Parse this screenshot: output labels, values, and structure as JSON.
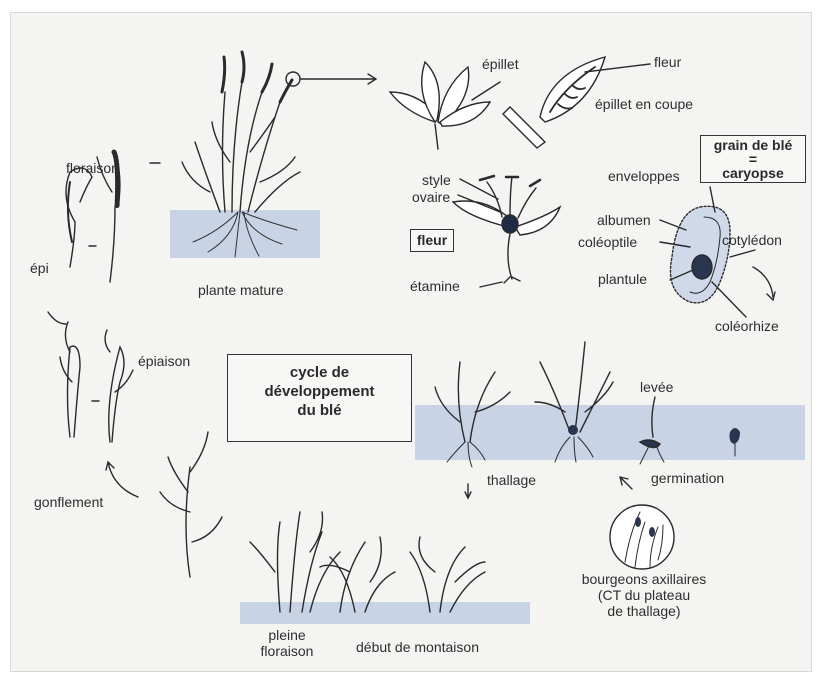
{
  "title_box": {
    "line1": "cycle de",
    "line2": "développement",
    "line3": "du blé"
  },
  "grain_box": {
    "line1": "grain de blé",
    "line2": "=",
    "line3": "caryopse"
  },
  "fleur_box": "fleur",
  "labels": {
    "floraison": "floraison",
    "epi": "épi",
    "plante_mature": "plante mature",
    "epillet": "épillet",
    "fleur": "fleur",
    "epillet_en_coupe": "épillet en coupe",
    "style": "style",
    "ovaire": "ovaire",
    "etamine": "étamine",
    "enveloppes": "enveloppes",
    "albumen": "albumen",
    "coleoptile": "coléoptile",
    "cotyledon": "cotylédon",
    "plantule": "plantule",
    "coleorhize": "coléorhize",
    "epiaison": "épiaison",
    "levee": "levée",
    "thallage": "thallage",
    "germination": "germination",
    "gonflement": "gonflement",
    "bourgeons": [
      "bourgeons axillaires",
      "(CT du plateau",
      "de thallage)"
    ],
    "pleine_floraison": [
      "pleine",
      "floraison"
    ],
    "debut_montaison": "début de montaison"
  },
  "colors": {
    "soil": "#c9d3e6",
    "ink": "#2a2a2a",
    "paper": "#f4f4f2"
  }
}
